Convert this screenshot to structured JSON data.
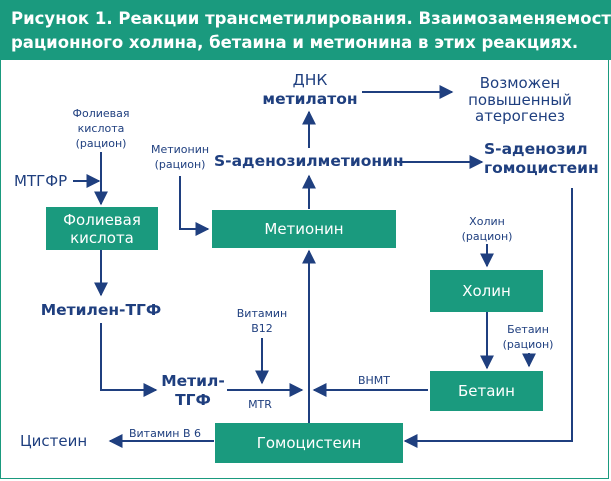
{
  "title": {
    "line1": "Рисунок 1. Реакции трансметилирования. Взаимозаменяемость",
    "line2": "рационного холина, бетаина и метионина в этих реакциях."
  },
  "boxes": {
    "folic_acid": [
      "Фолиевая",
      "кислота"
    ],
    "methionine": "Метионин",
    "choline": "Холин",
    "betaine": "Бетаин",
    "homocysteine": "Гомоцистеин"
  },
  "labels": {
    "dna_methylation": [
      "ДНК",
      "метилатон"
    ],
    "possible_atherogenesis": [
      "Возможен",
      "повышенный",
      "атерогенез"
    ],
    "folic_acid_diet": [
      "Фолиевая",
      "кислота",
      "(рацион)"
    ],
    "methionine_diet": [
      "Метионин",
      "(рацион)"
    ],
    "sam": "S-аденозилметионин",
    "sah": [
      "S-аденозил",
      "гомоцистеин"
    ],
    "mthfr": "МТГФР",
    "choline_diet": [
      "Холин",
      "(рацион)"
    ],
    "methylene_thf": "Метилен-ТГФ",
    "vitamin_b12": [
      "Витамин",
      "В12"
    ],
    "betaine_diet": [
      "Бетаин",
      "(рацион)"
    ],
    "methyl_thf": [
      "Метил-",
      "ТГФ"
    ],
    "mtr": "MTR",
    "bhmt": "BHMT",
    "cysteine": "Цистеин",
    "vitamin_b6": "Витамин В 6"
  },
  "colors": {
    "accent": "#1a9a7e",
    "text": "#1f3f7f",
    "arrow": "#1f3f7f"
  }
}
